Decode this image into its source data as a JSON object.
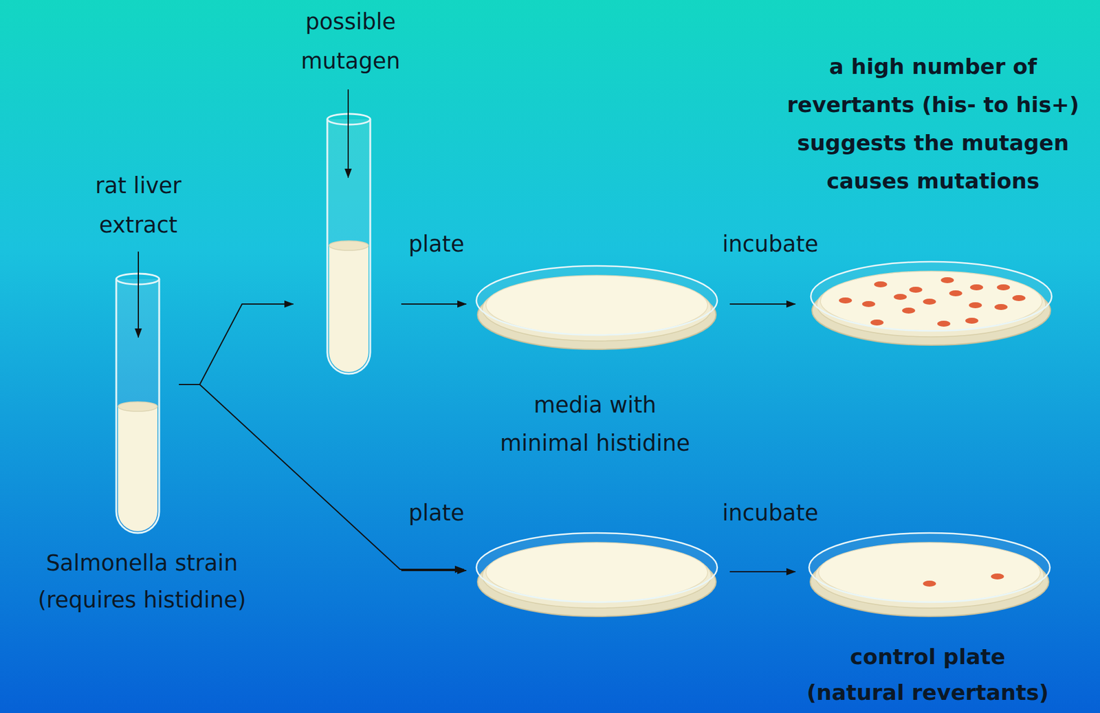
{
  "diagram": {
    "labels": [
      "possible mutagen",
      "rat liver extract",
      "a high number of revertants (his- to his+) suggests the mutagen causes mutations",
      "plate",
      "incubate",
      "media with minimal histidine",
      "Salmonella strain (requires histidine)",
      "plate",
      "incubate",
      "control plate (natural revertants)"
    ]
  }
}
